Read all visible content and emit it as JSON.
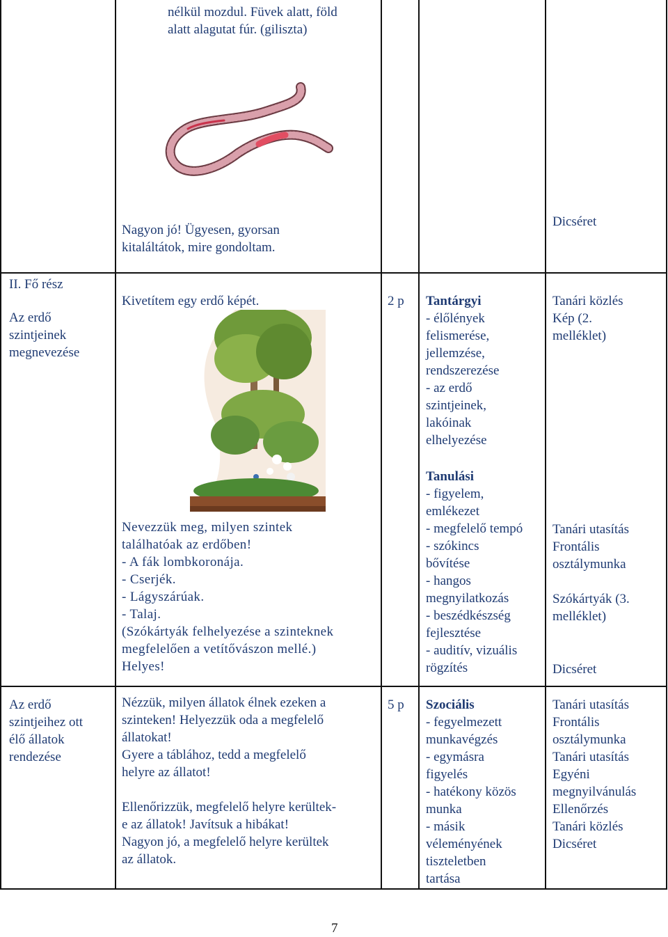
{
  "row0": {
    "activity_lines": [
      "nélkül mozdul. Füvek alatt, föld",
      "alatt alagutat fúr. (giliszta)"
    ],
    "activity_after_lines": [
      "Nagyon jó! Ügyesen, gyorsan",
      "kitaláltátok, mire gondoltam."
    ],
    "praise": "Dicséret"
  },
  "row1": {
    "phase_lines": [
      "II. Fő rész",
      "Az erdő",
      "szintjeinek",
      "megnevezése"
    ],
    "activity_intro": "Kivetítem egy erdő képét.",
    "time": "2 p",
    "goals_heading": "Tantárgyi",
    "goals_lines": [
      "- élőlények",
      "felismerése,",
      "jellemzése,",
      "rendszerezése",
      "- az erdő",
      "szintjeinek,",
      "lakóinak",
      "elhelyezése"
    ],
    "methods_lines": [
      "Tanári közlés",
      "Kép (2.",
      "melléklet)"
    ],
    "question_lines": [
      "Nevezzük meg, milyen szintek",
      "találhatóak az erdőben!",
      "- A fák lombkoronája.",
      "- Cserjék.",
      "- Lágyszárúak.",
      "- Talaj.",
      "(Szókártyák felhelyezése a szinteknek",
      "megfelelően a vetítővászon mellé.)",
      "Helyes!"
    ],
    "learning_heading": "Tanulási",
    "learning_lines": [
      "- figyelem,",
      "emlékezet",
      "- megfelelő tempó",
      "- szókincs",
      "bővítése",
      "- hangos",
      "megnyilatkozás",
      "- beszédkészség",
      "fejlesztése",
      "- auditív, vizuális",
      "rögzítés"
    ],
    "methods2_lines": [
      "Tanári utasítás",
      "Frontális",
      "osztálymunka"
    ],
    "methods3_lines": [
      "Szókártyák (3.",
      "melléklet)"
    ],
    "praise": "Dicséret"
  },
  "row2": {
    "phase_lines": [
      "Az erdő",
      "szintjeihez ott",
      "élő állatok",
      "rendezése"
    ],
    "activity_lines": [
      "Nézzük, milyen állatok élnek ezeken a",
      "szinteken! Helyezzük oda a megfelelő",
      "állatokat!",
      "Gyere a táblához, tedd a megfelelő",
      "helyre az állatot!",
      "",
      "Ellenőrizzük, megfelelő helyre kerültek-",
      "e az állatok! Javítsuk a hibákat!",
      "Nagyon jó, a megfelelő helyre kerültek",
      "az állatok."
    ],
    "time": "5 p",
    "goals_heading": "Szociális",
    "goals_lines": [
      "- fegyelmezett",
      "munkavégzés",
      "- egymásra",
      "figyelés",
      "- hatékony közös",
      "munka",
      "- másik",
      "véleményének",
      "tiszteletben",
      "tartása"
    ],
    "methods_lines": [
      "Tanári utasítás",
      "Frontális",
      "osztálymunka",
      "Tanári utasítás",
      "Egyéni",
      "megnyilvánulás",
      "Ellenőrzés",
      "Tanári közlés",
      "Dicséret"
    ]
  },
  "page_number": "7"
}
